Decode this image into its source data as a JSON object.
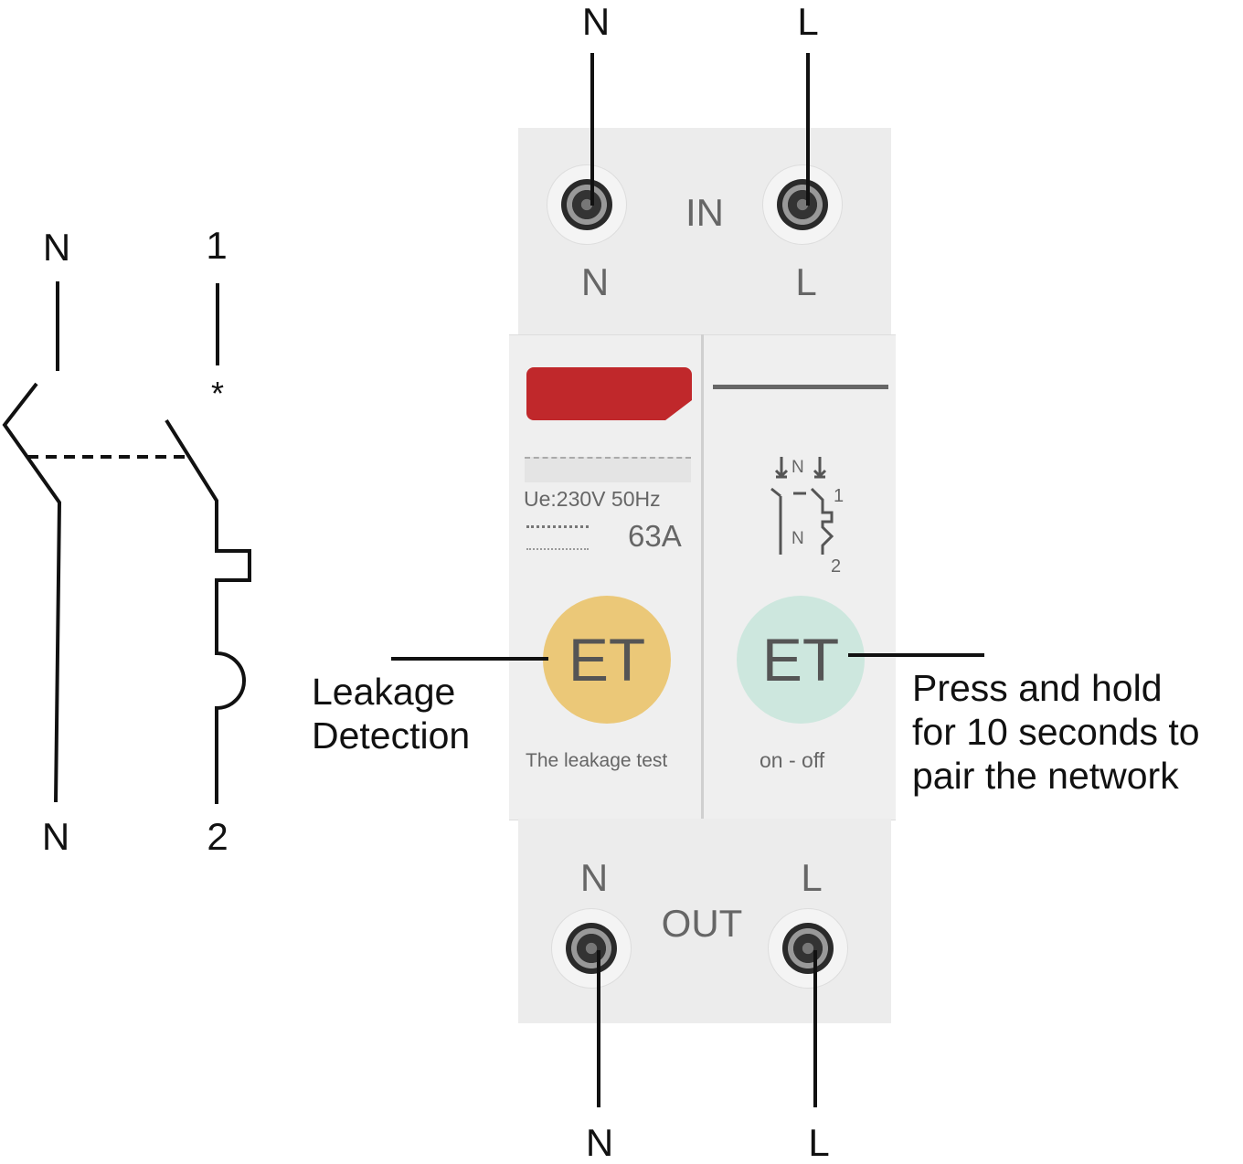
{
  "top_terminals": {
    "n": "N",
    "l": "L"
  },
  "bottom_terminals": {
    "n": "N",
    "l": "L"
  },
  "schematic": {
    "top_left": "N",
    "top_right": "1",
    "marker": "*",
    "bottom_left": "N",
    "bottom_right": "2"
  },
  "device": {
    "in_label": "IN",
    "in_n": "N",
    "in_l": "L",
    "out_label": "OUT",
    "out_n": "N",
    "out_l": "L",
    "brand_color": "#c0282b",
    "rating_voltage": "Ue:230V 50Hz",
    "rating_current": "63A",
    "symbol_labels": {
      "n_top": "N",
      "n_bottom": "N",
      "pole1": "1",
      "pole2": "2"
    },
    "leakage_button": {
      "glyph": "ET",
      "caption": "The leakage test",
      "color": "#ebc878"
    },
    "power_button": {
      "glyph": "ET",
      "caption": "on - off",
      "color": "#cde7de"
    }
  },
  "callouts": {
    "leakage": [
      "Leakage",
      "Detection"
    ],
    "pairing": [
      "Press and hold",
      "for 10 seconds to",
      "pair the network"
    ]
  }
}
